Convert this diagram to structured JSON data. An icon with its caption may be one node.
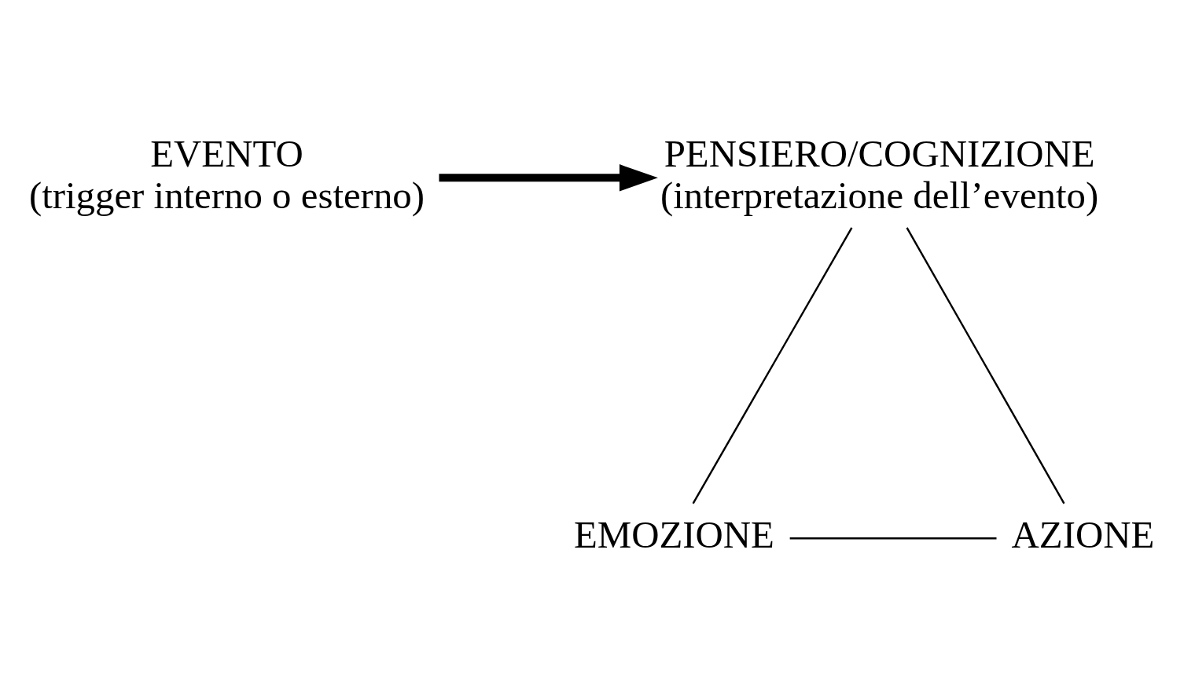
{
  "diagram": {
    "nodes": [
      {
        "text": [
          "EVENTO",
          "(trigger interno o esterno)"
        ]
      },
      {
        "text": [
          "PENSIERO/COGNIZIONE",
          "(interpretazione dell’evento)"
        ]
      },
      {
        "text": [
          "EMOZIONE"
        ]
      },
      {
        "text": [
          "AZIONE"
        ]
      }
    ],
    "edges": [
      {
        "from": 0,
        "to": 1,
        "arrow": "to",
        "style": "thick"
      },
      {
        "from": 1,
        "to": 2,
        "arrow": "none"
      },
      {
        "from": 2,
        "to": 3,
        "arrow": "none"
      },
      {
        "from": 3,
        "to": 1,
        "arrow": "none"
      }
    ]
  }
}
